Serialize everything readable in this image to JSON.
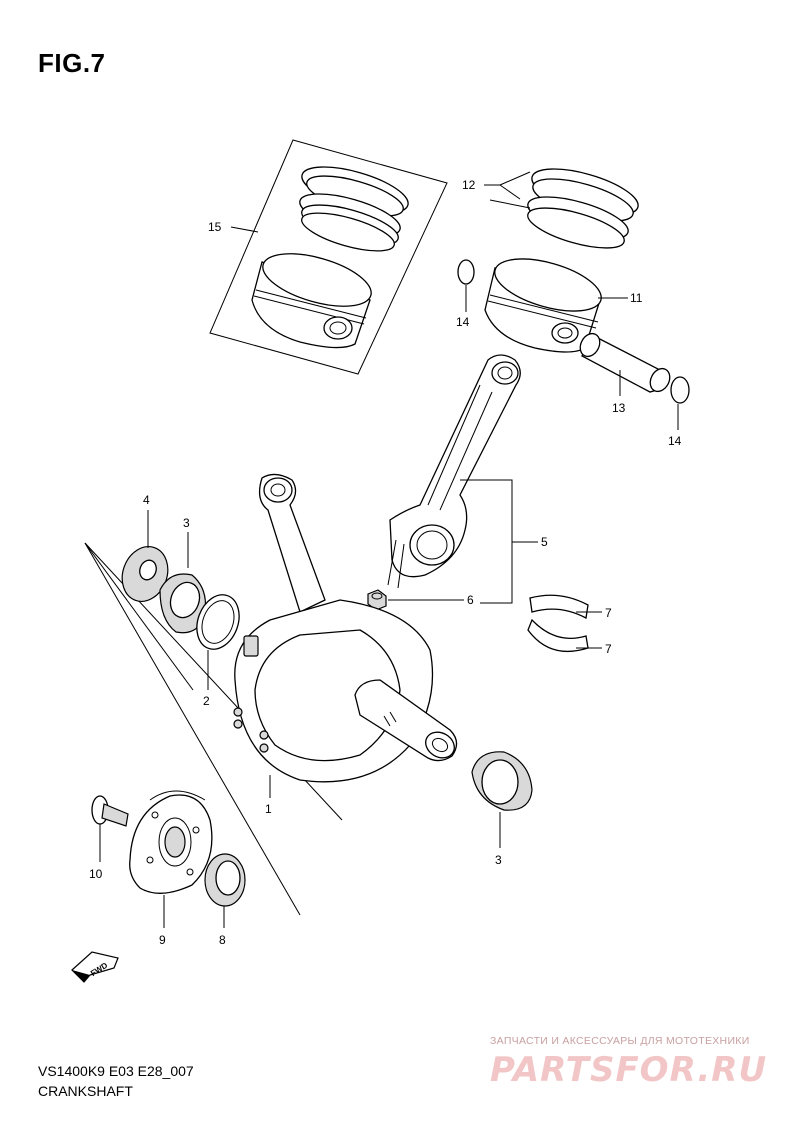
{
  "figure": {
    "title": "FIG.7",
    "code": "VS1400K9 E03 E28_007",
    "name": "CRANKSHAFT"
  },
  "callouts": {
    "c1": "1",
    "c2": "2",
    "c3a": "3",
    "c3b": "3",
    "c4": "4",
    "c5": "5",
    "c6": "6",
    "c7a": "7",
    "c7b": "7",
    "c8": "8",
    "c9": "9",
    "c10": "10",
    "c11": "11",
    "c12": "12",
    "c13": "13",
    "c14a": "14",
    "c14b": "14",
    "c15": "15"
  },
  "direction_marker": "FWD",
  "watermark": {
    "tagline": "ЗАПЧАСТИ И АКСЕССУАРЫ ДЛЯ МОТОТЕХНИКИ",
    "logo": "PARTSFOR.RU"
  }
}
